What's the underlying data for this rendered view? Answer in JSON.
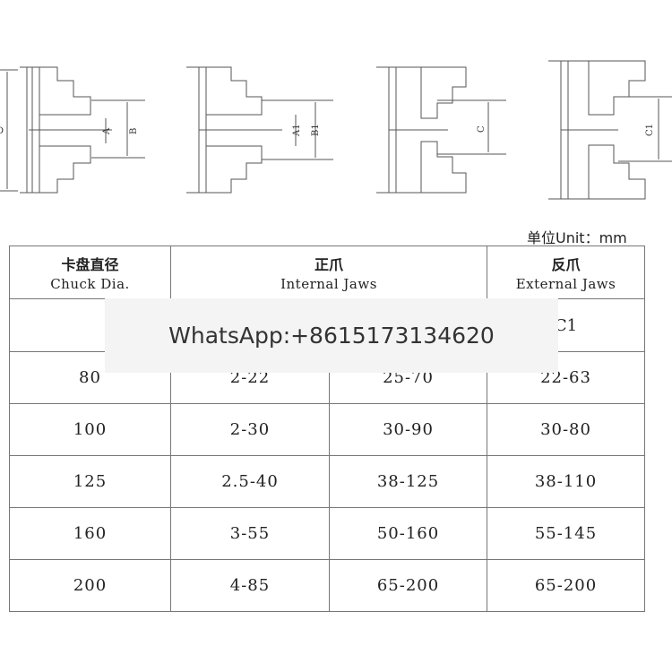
{
  "diagram": {
    "labels": {
      "D": "D",
      "A": "A",
      "B": "B",
      "A1": "A1",
      "B1": "B1",
      "C": "C",
      "C1": "C1"
    }
  },
  "unit": "单位Unit：mm",
  "table": {
    "headers": {
      "chuck": {
        "cn": "卡盘直径",
        "en": "Chuck Dia."
      },
      "internal": {
        "cn": "正爪",
        "en": "Internal Jaws"
      },
      "external": {
        "cn": "反爪",
        "en": "External Jaws"
      }
    },
    "subheaders": {
      "c1": "C1"
    },
    "rows": [
      [
        "80",
        "2-22",
        "25-70",
        "22-63"
      ],
      [
        "100",
        "2-30",
        "30-90",
        "30-80"
      ],
      [
        "125",
        "2.5-40",
        "38-125",
        "38-110"
      ],
      [
        "160",
        "3-55",
        "50-160",
        "55-145"
      ],
      [
        "200",
        "4-85",
        "65-200",
        "65-200"
      ]
    ]
  },
  "overlay": {
    "whatsapp": "WhatsApp:+8615173134620"
  }
}
